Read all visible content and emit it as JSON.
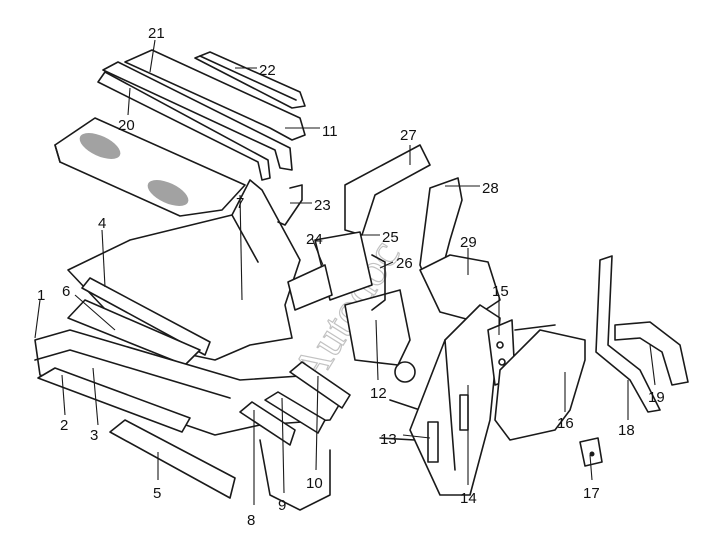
{
  "diagram": {
    "watermark": "Autodoc",
    "callouts": [
      "1",
      "2",
      "3",
      "4",
      "5",
      "6",
      "7",
      "8",
      "9",
      "10",
      "11",
      "12",
      "13",
      "14",
      "15",
      "16",
      "17",
      "18",
      "19",
      "20",
      "21",
      "22",
      "23",
      "24",
      "25",
      "26",
      "27",
      "28",
      "29"
    ]
  }
}
